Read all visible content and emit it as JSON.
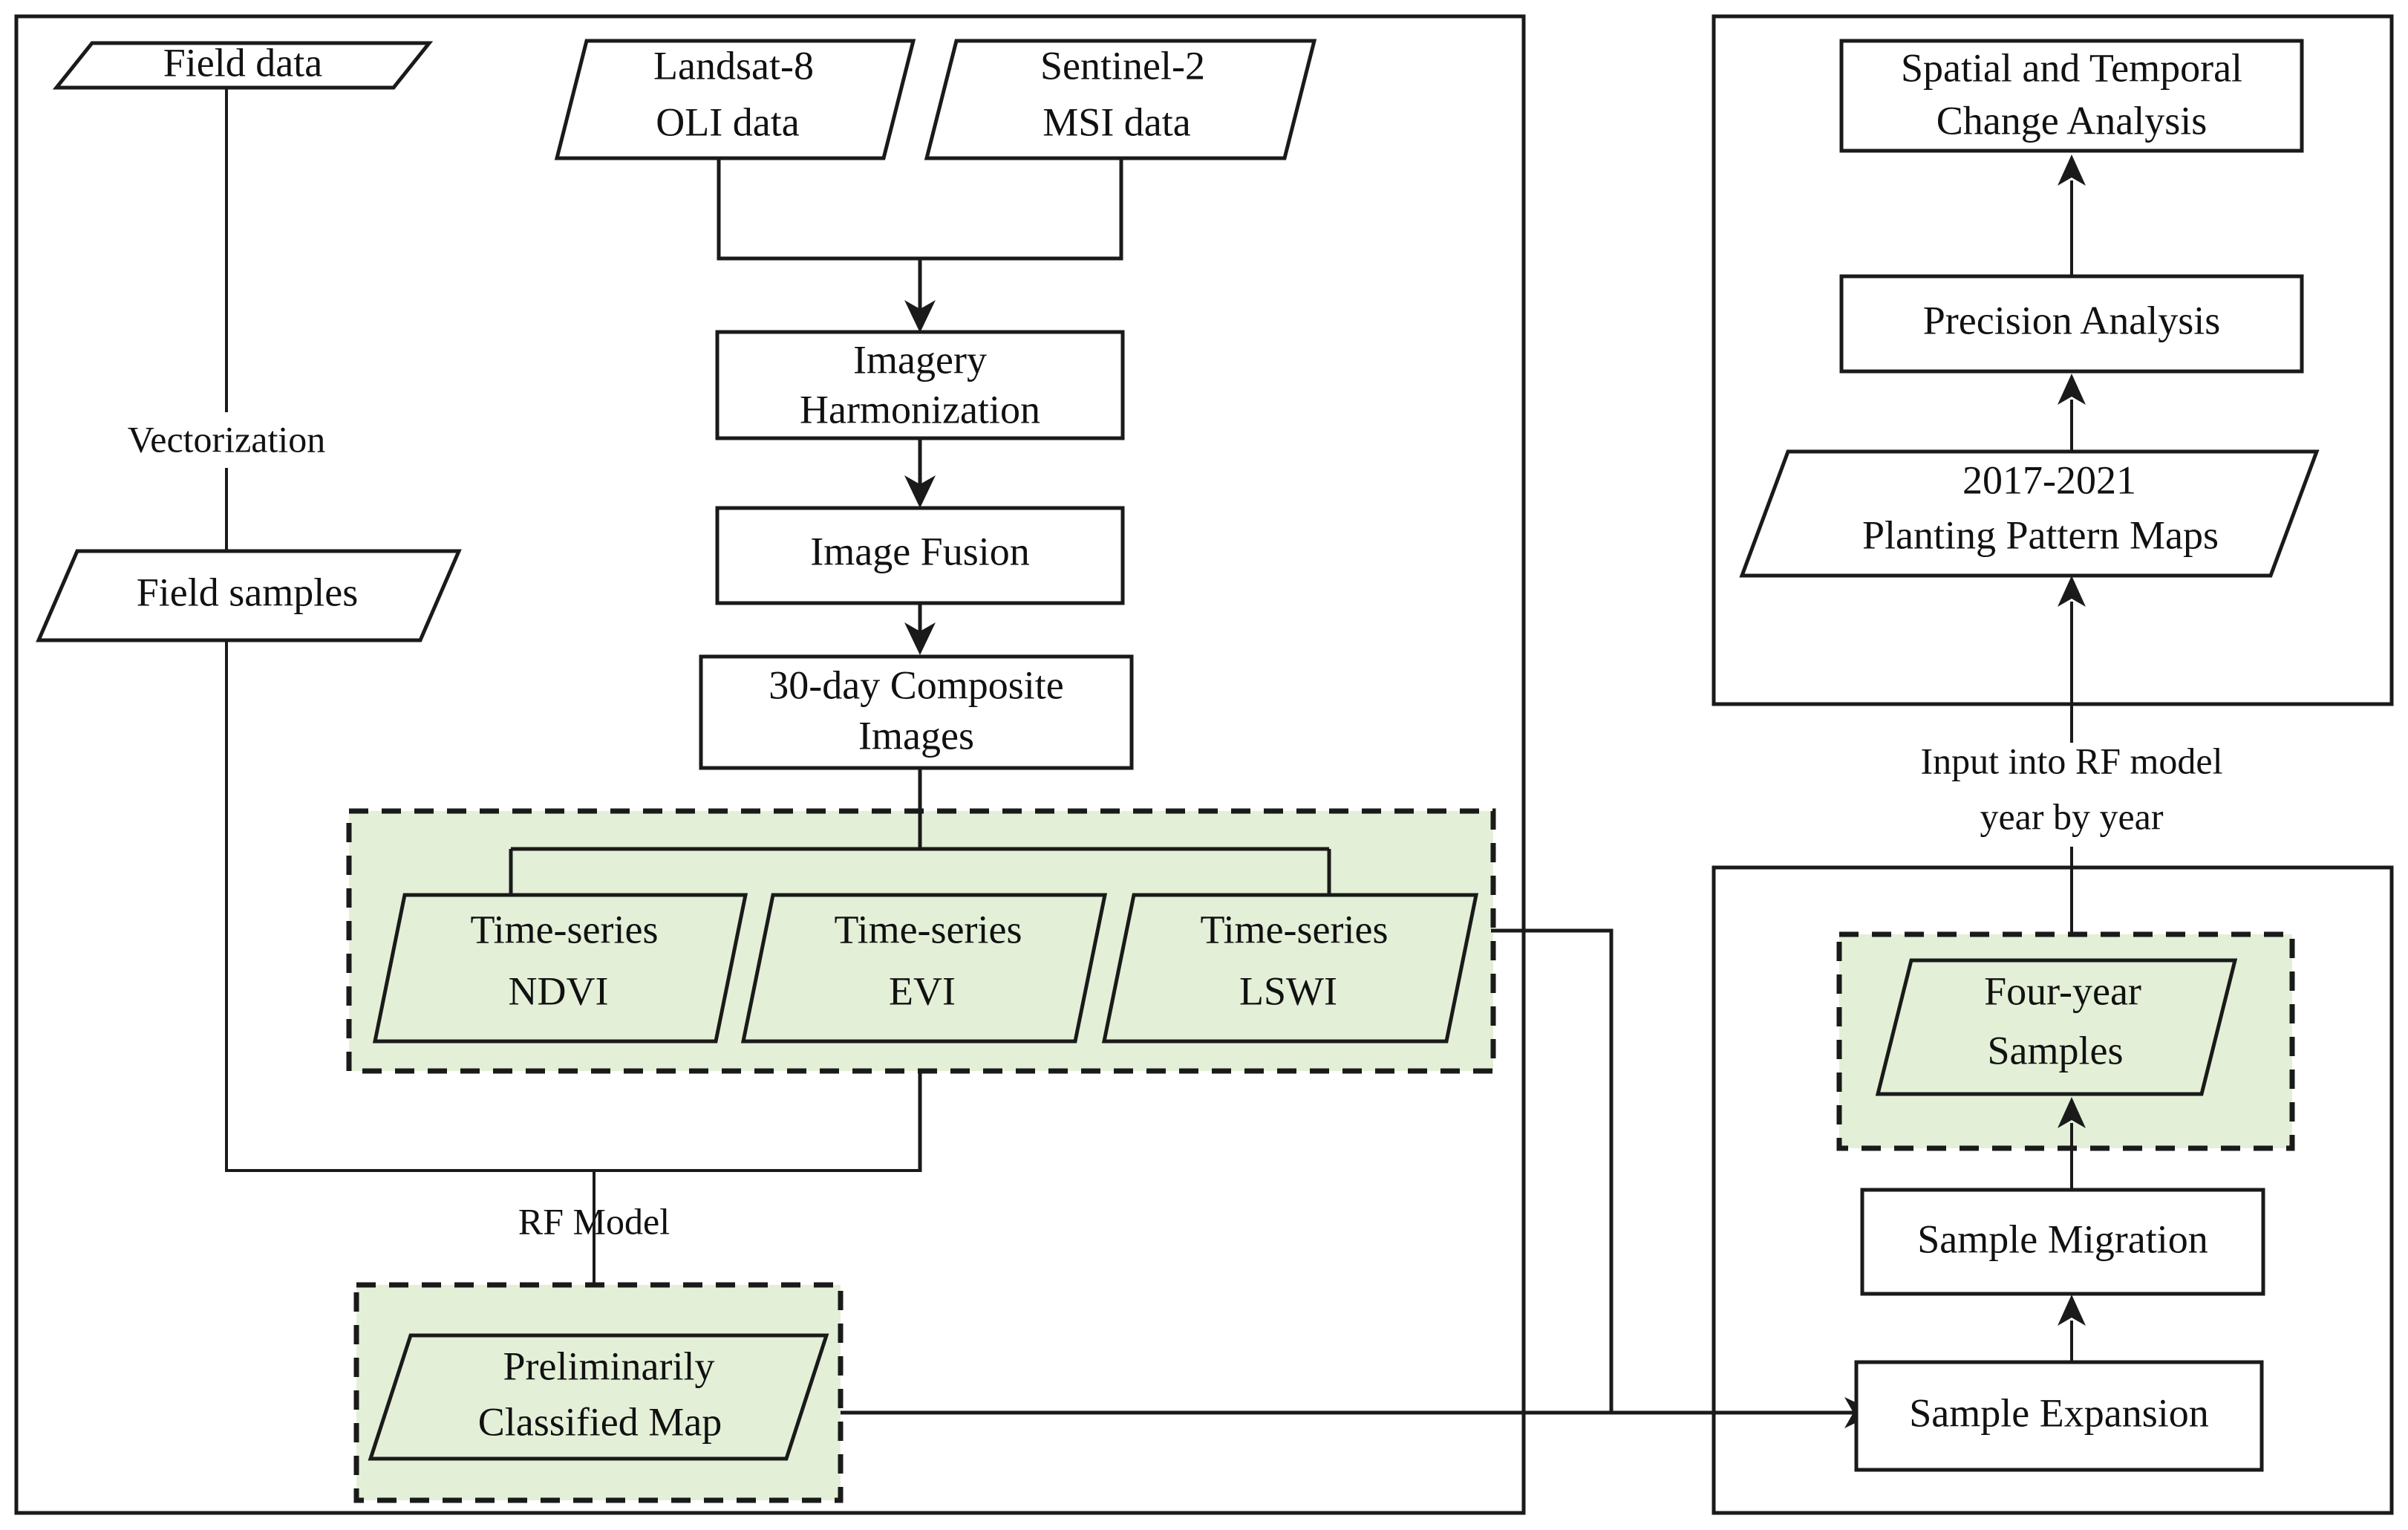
{
  "figure": {
    "title": "Remote sensing planting pattern mapping workflow",
    "colors": {
      "highlight_fill": "#E3EFD7",
      "stroke": "#1A1A1A",
      "background": "#FFFFFF"
    }
  },
  "panels": {
    "left": {
      "name": "left-panel"
    },
    "right_top": {
      "name": "right-top-panel"
    },
    "right_bottom": {
      "name": "right-bottom-panel"
    }
  },
  "nodes": {
    "field_data": {
      "label": "Field data",
      "shape": "parallelogram"
    },
    "landsat": {
      "line1": "Landsat-8",
      "line2": "OLI data",
      "shape": "parallelogram"
    },
    "sentinel": {
      "line1": "Sentinel-2",
      "line2": "MSI data",
      "shape": "parallelogram"
    },
    "harmonization": {
      "line1": "Imagery",
      "line2": "Harmonization",
      "shape": "rectangle"
    },
    "fusion": {
      "label": "Image Fusion",
      "shape": "rectangle"
    },
    "composite": {
      "line1": "30-day Composite",
      "line2": "Images",
      "shape": "rectangle"
    },
    "field_samples": {
      "label": "Field samples",
      "shape": "parallelogram"
    },
    "ts_ndvi": {
      "line1": "Time-series",
      "line2": "NDVI",
      "shape": "parallelogram"
    },
    "ts_evi": {
      "line1": "Time-series",
      "line2": "EVI",
      "shape": "parallelogram"
    },
    "ts_lswi": {
      "line1": "Time-series",
      "line2": "LSWI",
      "shape": "parallelogram"
    },
    "prelim_map": {
      "line1": "Preliminarily",
      "line2": "Classified Map",
      "shape": "parallelogram"
    },
    "change_analysis": {
      "line1": "Spatial and Temporal",
      "line2": "Change Analysis",
      "shape": "rectangle"
    },
    "precision_analysis": {
      "label": "Precision Analysis",
      "shape": "rectangle"
    },
    "pattern_maps": {
      "line1": "2017-2021",
      "line2": "Planting Pattern Maps",
      "shape": "parallelogram"
    },
    "four_year_samples": {
      "line1": "Four-year",
      "line2": "Samples",
      "shape": "parallelogram"
    },
    "sample_migration": {
      "label": "Sample Migration",
      "shape": "rectangle"
    },
    "sample_expansion": {
      "label": "Sample Expansion",
      "shape": "rectangle"
    }
  },
  "edge_labels": {
    "vectorization": "Vectorization",
    "rf_model": "RF Model",
    "input_rf_line1": "Input into RF model",
    "input_rf_line2": "year by year"
  }
}
